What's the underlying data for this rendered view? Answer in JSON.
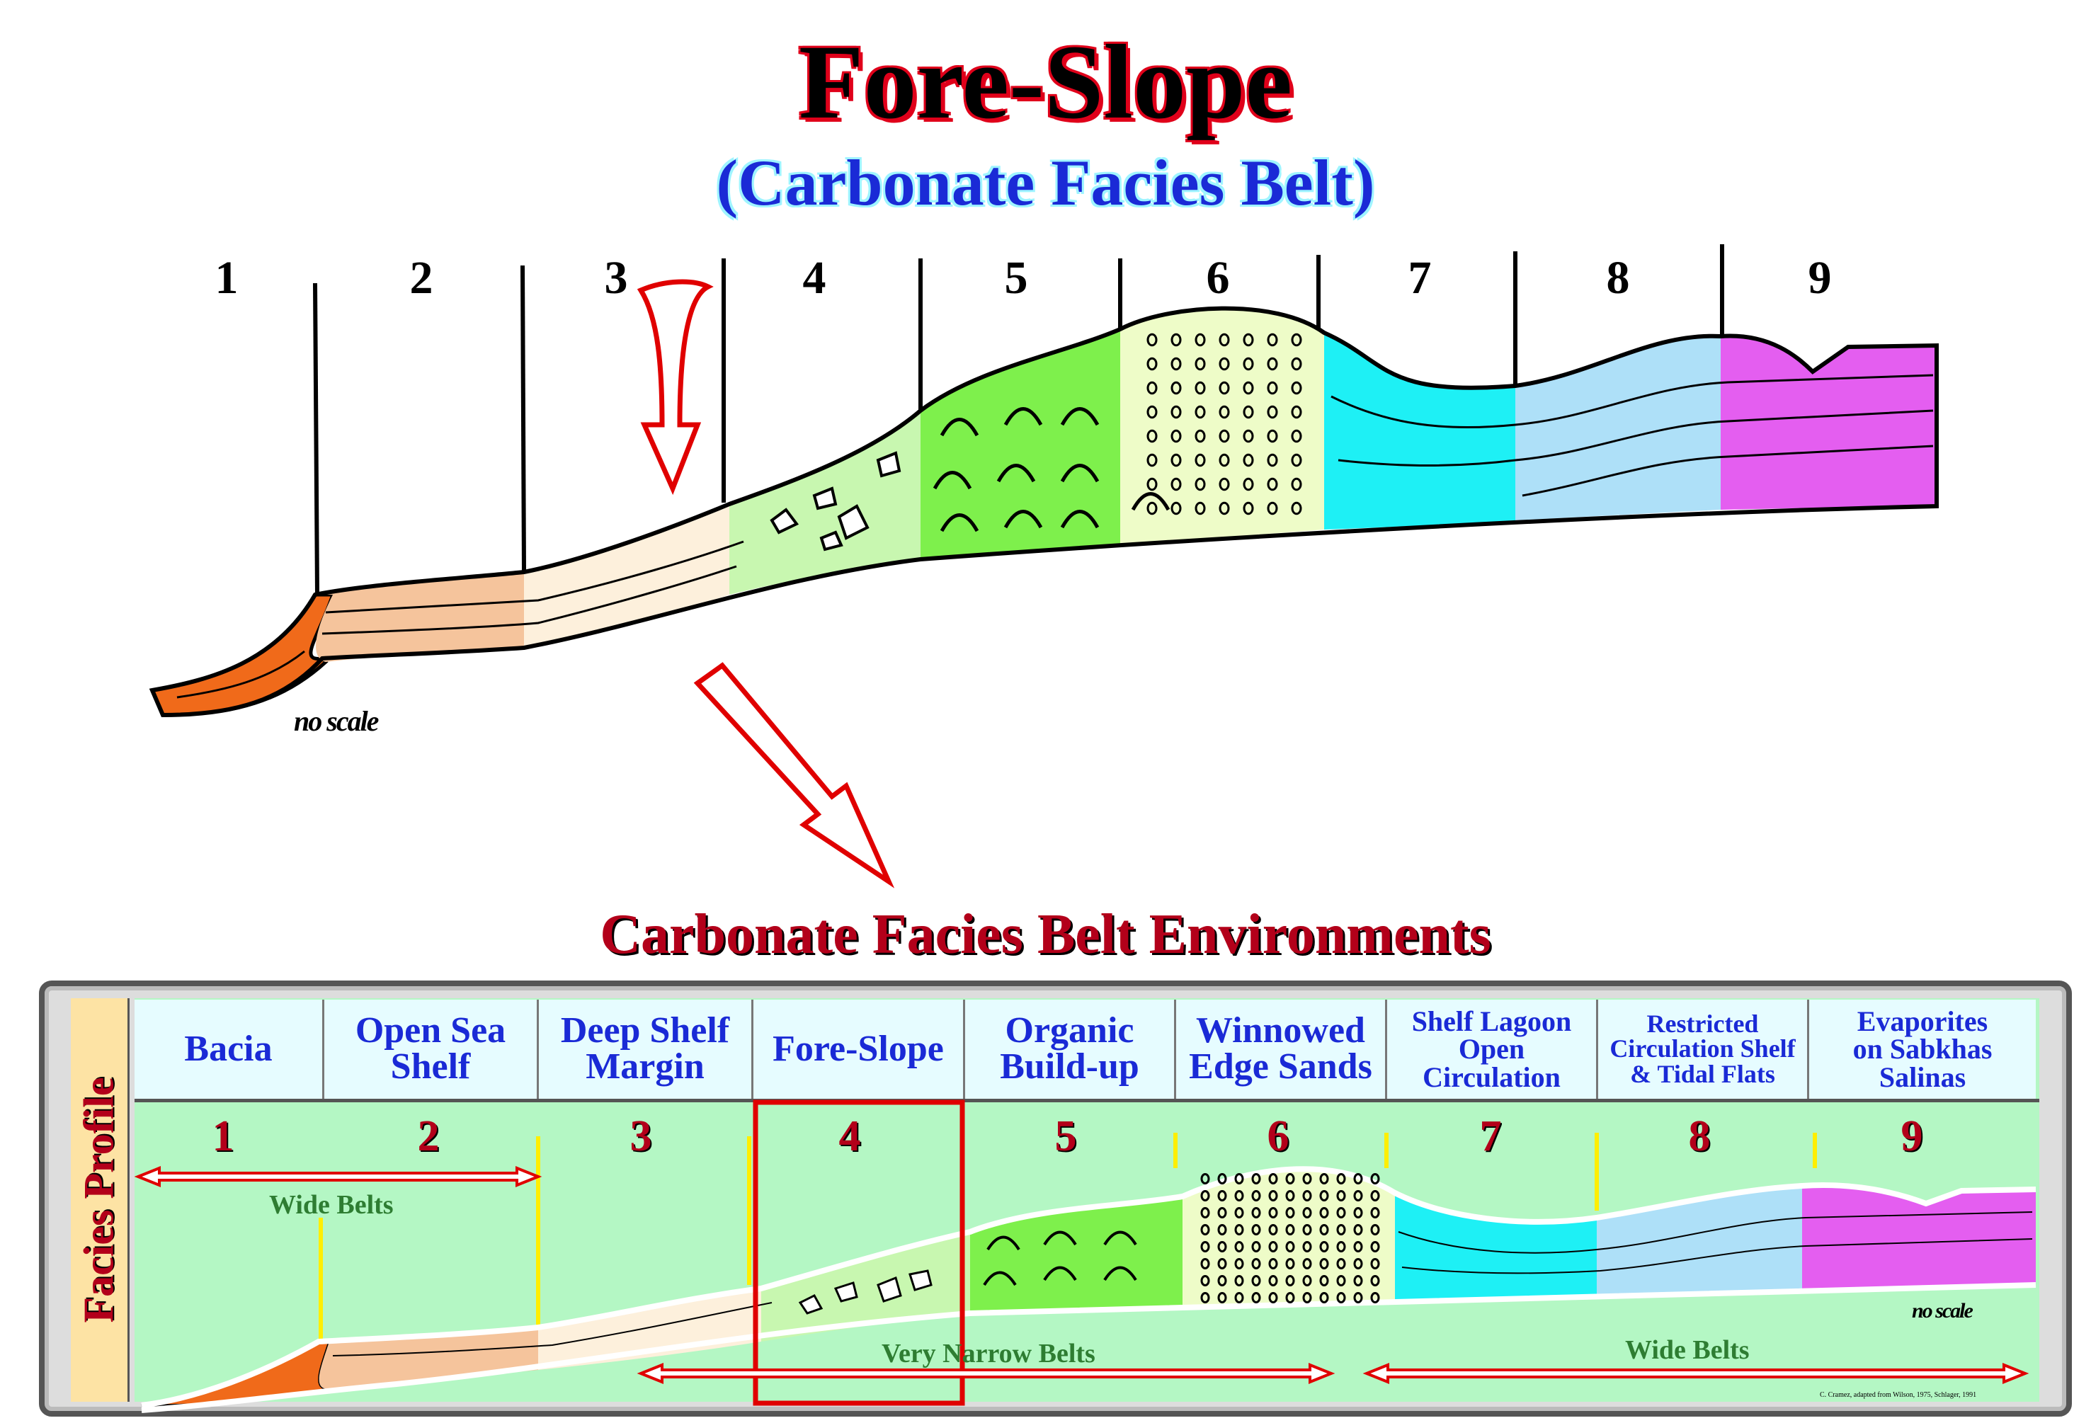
{
  "title": "Fore-Slope",
  "subtitle": "(Carbonate Facies Belt)",
  "belt_numbers": [
    "1",
    "2",
    "3",
    "4",
    "5",
    "6",
    "7",
    "8",
    "9"
  ],
  "no_scale_label": "no scale",
  "environments_title": "Carbonate Facies Belt Environments",
  "profile": {
    "side_label": "Facies Profile",
    "environments": [
      "Bacia",
      "Open Sea\nShelf",
      "Deep Shelf\nMargin",
      "Fore-Slope",
      "Organic\nBuild-up",
      "Winnowed\nEdge Sands",
      "Shelf Lagoon\nOpen\nCirculation",
      "Restricted\nCirculation Shelf\n& Tidal Flats",
      "Evaporites\non Sabkhas\nSalinas"
    ],
    "numbers": [
      "1",
      "2",
      "3",
      "4",
      "5",
      "6",
      "7",
      "8",
      "9"
    ],
    "wide_belts_left": "Wide Belts",
    "very_narrow_belts": "Very Narrow Belts",
    "wide_belts_right": "Wide  Belts",
    "no_scale": "no scale",
    "credit": "C. Cramez, adapted from Wilson, 1975,  Schlager, 1991"
  },
  "colors": {
    "basin": "#f06a1a",
    "open_shelf": "#f5c49c",
    "shelf_margin": "#fdf0dc",
    "fore_slope": "#c8f7b0",
    "buildup": "#7ef04c",
    "sands": "#eefcc8",
    "lagoon": "#1ef0f5",
    "restricted": "#aee0f8",
    "evaporites": "#e45ef0",
    "panel_bg": "#b4f7c4",
    "highlight": "#e00000"
  }
}
